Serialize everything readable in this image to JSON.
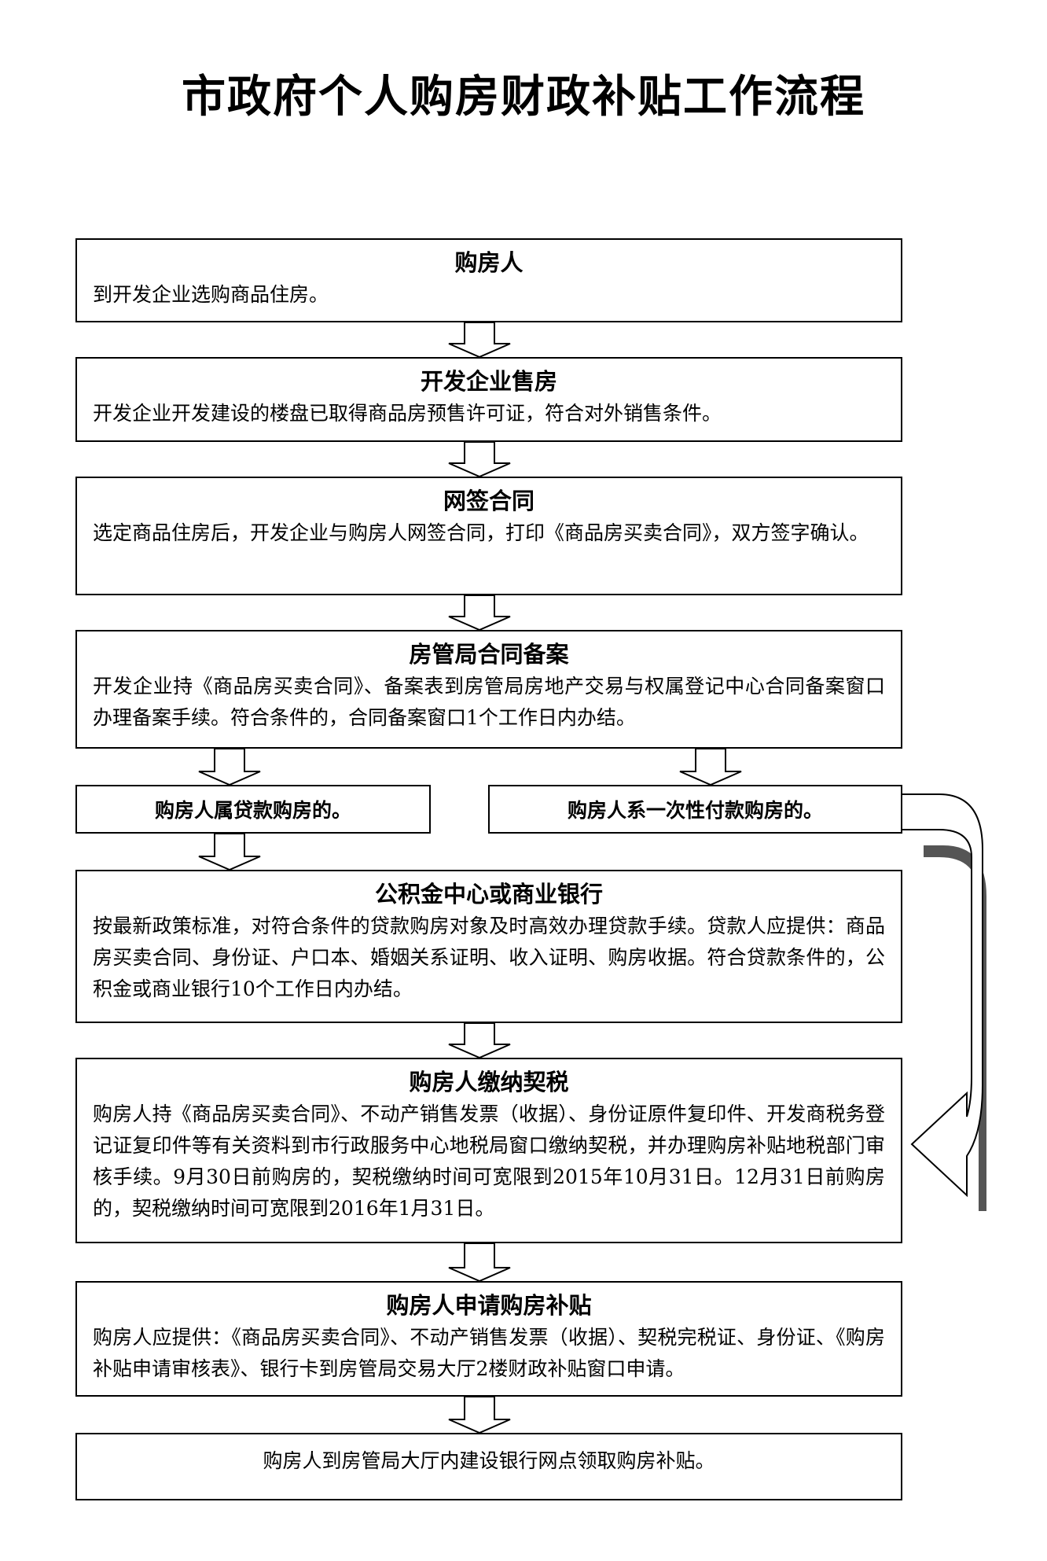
{
  "title": "市政府个人购房财政补贴工作流程",
  "steps": [
    {
      "heading": "购房人",
      "text": "到开发企业选购商品住房。"
    },
    {
      "heading": "开发企业售房",
      "text": "开发企业开发建设的楼盘已取得商品房预售许可证，符合对外销售条件。"
    },
    {
      "heading": "网签合同",
      "text": "选定商品住房后，开发企业与购房人网签合同，打印《商品房买卖合同》，双方签字确认。"
    },
    {
      "heading": "房管局合同备案",
      "text": "开发企业持《商品房买卖合同》、备案表到房管局房地产交易与权属登记中心合同备案窗口办理备案手续。符合条件的，合同备案窗口1个工作日内办结。"
    },
    {
      "heading": "公积金中心或商业银行",
      "text": "按最新政策标准，对符合条件的贷款购房对象及时高效办理贷款手续。贷款人应提供：商品房买卖合同、身份证、户口本、婚姻关系证明、收入证明、购房收据。符合贷款条件的，公积金或商业银行10个工作日内办结。"
    },
    {
      "heading": "购房人缴纳契税",
      "text": "购房人持《商品房买卖合同》、不动产销售发票（收据）、身份证原件复印件、开发商税务登记证复印件等有关资料到市行政服务中心地税局窗口缴纳契税，并办理购房补贴地税部门审核手续。9月30日前购房的，契税缴纳时间可宽限到2015年10月31日。12月31日前购房的，契税缴纳时间可宽限到2016年1月31日。"
    },
    {
      "heading": "购房人申请购房补贴",
      "text": "购房人应提供：《商品房买卖合同》、不动产销售发票（收据）、契税完税证、身份证、《购房补贴申请审核表》、银行卡到房管局交易大厅2楼财政补贴窗口申请。"
    },
    {
      "text": "购房人到房管局大厅内建设银行网点领取购房补贴。"
    }
  ],
  "branches": {
    "loan": "购房人属贷款购房的。",
    "full_payment": "购房人系一次性付款购房的。"
  }
}
